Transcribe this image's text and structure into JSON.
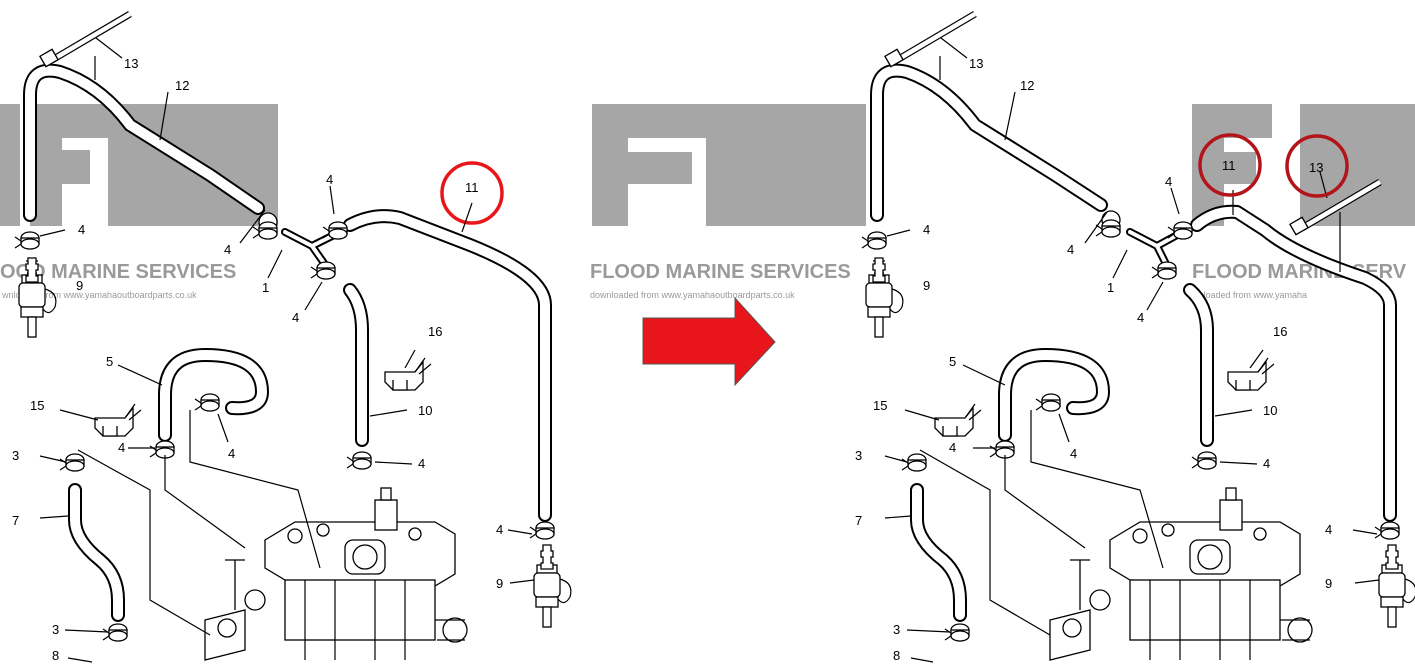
{
  "watermark": {
    "logo": "FMS",
    "company": "FLOOD MARINE SERVICES",
    "download_note": "downloaded from www.yamahaoutboardparts.co.uk",
    "download_note_cut_left": "wnloaded from www.yamahaoutboardparts.co.uk",
    "company_cut_left": "OOD MARINE SERVICES",
    "company_cut_right": "FLOOD MARINE SERV",
    "download_cut_right": "wnloaded from www.yamaha"
  },
  "left_diagram": {
    "callouts": [
      "13",
      "12",
      "4",
      "4",
      "9",
      "1",
      "4",
      "4",
      "16",
      "10",
      "5",
      "15",
      "4",
      "4",
      "3",
      "7",
      "3",
      "8",
      "4",
      "9",
      "4",
      "11"
    ],
    "highlight": "11",
    "highlight_color": "#e8161b"
  },
  "right_diagram": {
    "callouts": [
      "13",
      "12",
      "4",
      "4",
      "9",
      "1",
      "4",
      "4",
      "16",
      "10",
      "5",
      "15",
      "4",
      "4",
      "3",
      "7",
      "3",
      "8",
      "4",
      "9",
      "4",
      "11",
      "13"
    ],
    "highlights": [
      "11",
      "13"
    ],
    "highlight_color": "#b3141a"
  },
  "arrow": {
    "color": "#e8161b",
    "direction": "right"
  }
}
